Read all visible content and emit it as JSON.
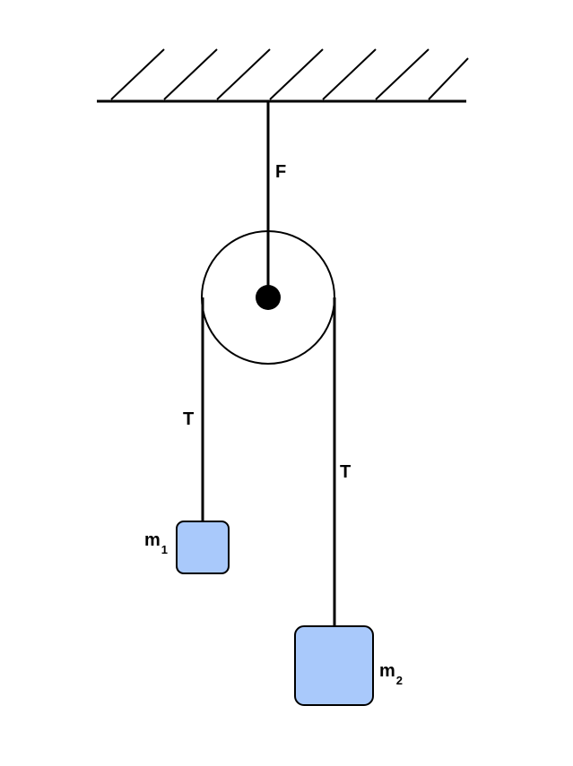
{
  "labels": {
    "force": "F",
    "tension_left": "T",
    "tension_right": "T",
    "mass_left_base": "m",
    "mass_left_sub": "1",
    "mass_right_base": "m",
    "mass_right_sub": "2"
  },
  "colors": {
    "stroke": "#000000",
    "mass_fill": "#a9c9fb",
    "axle": "#000000",
    "background": "#ffffff"
  }
}
